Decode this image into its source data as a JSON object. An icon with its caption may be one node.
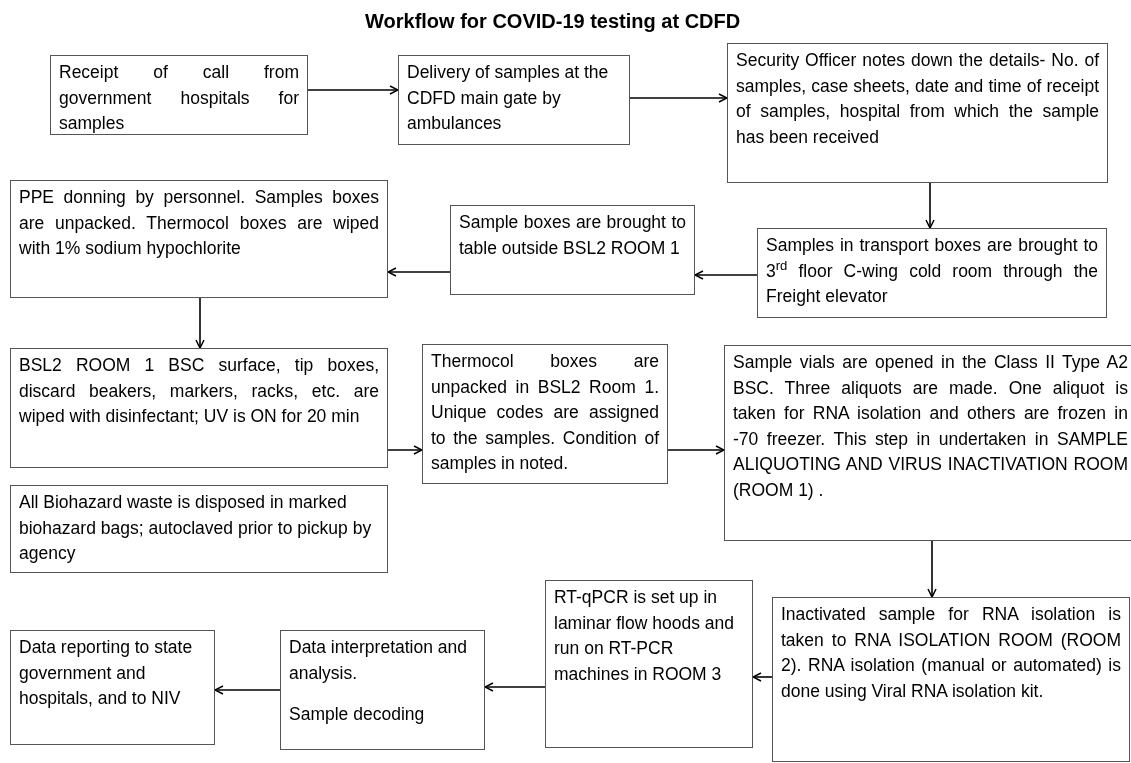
{
  "diagram": {
    "title": "Workflow for COVID-19 testing at CDFD",
    "nodes": [
      {
        "text": [
          "Receipt of call from government hospitals for samples"
        ]
      },
      {
        "text": [
          "Delivery of samples at the CDFD main gate by ambulances"
        ]
      },
      {
        "text": [
          "Security Officer notes down the details- No. of samples, case sheets, date and time of receipt of samples, hospital from which the sample has been received"
        ]
      },
      {
        "text": [
          "Samples in transport boxes are brought to 3$^{rd}$ floor C-wing cold room through the Freight elevator"
        ]
      },
      {
        "text": [
          "Sample boxes are brought to table outside BSL2 ROOM 1"
        ]
      },
      {
        "text": [
          "PPE donning by personnel. Samples boxes are unpacked. Thermocol boxes are wiped with 1% sodium hypochlorite"
        ]
      },
      {
        "text": [
          "BSL2 ROOM 1 BSC surface, tip boxes, discard beakers, markers, racks, etc. are wiped with disinfectant; UV is ON for 20 min"
        ]
      },
      {
        "text": [
          "All Biohazard waste is disposed in marked biohazard bags; autoclaved prior to pickup by agency"
        ]
      },
      {
        "text": [
          "Thermocol boxes are unpacked in BSL2 Room 1. Unique codes are assigned to the samples. Condition of samples in noted."
        ]
      },
      {
        "text": [
          "Sample vials are opened in the Class II Type A2 BSC. Three aliquots are made. One aliquot is taken for RNA isolation and others are frozen in -70 freezer. This step in undertaken in SAMPLE ALIQUOTING AND VIRUS INACTIVATION ROOM (ROOM 1) ."
        ]
      },
      {
        "text": [
          "Inactivated sample for RNA isolation is taken to RNA ISOLATION ROOM (ROOM 2). RNA isolation (manual or automated) is done using Viral RNA isolation kit."
        ]
      },
      {
        "text": [
          "RT-qPCR is set up in laminar flow hoods and run on RT-PCR machines in ROOM 3"
        ]
      },
      {
        "text": [
          "Data interpretation and analysis.",
          "Sample decoding"
        ]
      },
      {
        "text": [
          "Data reporting to state government and hospitals, and to NIV"
        ]
      }
    ],
    "edges": [
      {
        "from": 0,
        "to": 1,
        "arrow": "to"
      },
      {
        "from": 1,
        "to": 2,
        "arrow": "to"
      },
      {
        "from": 2,
        "to": 3,
        "arrow": "to"
      },
      {
        "from": 3,
        "to": 4,
        "arrow": "to"
      },
      {
        "from": 4,
        "to": 5,
        "arrow": "to"
      },
      {
        "from": 5,
        "to": 6,
        "arrow": "to"
      },
      {
        "from": 6,
        "to": 8,
        "arrow": "to"
      },
      {
        "from": 8,
        "to": 9,
        "arrow": "to"
      },
      {
        "from": 9,
        "to": 10,
        "arrow": "to"
      },
      {
        "from": 10,
        "to": 11,
        "arrow": "to"
      },
      {
        "from": 11,
        "to": 12,
        "arrow": "to"
      },
      {
        "from": 12,
        "to": 13,
        "arrow": "to"
      }
    ]
  }
}
